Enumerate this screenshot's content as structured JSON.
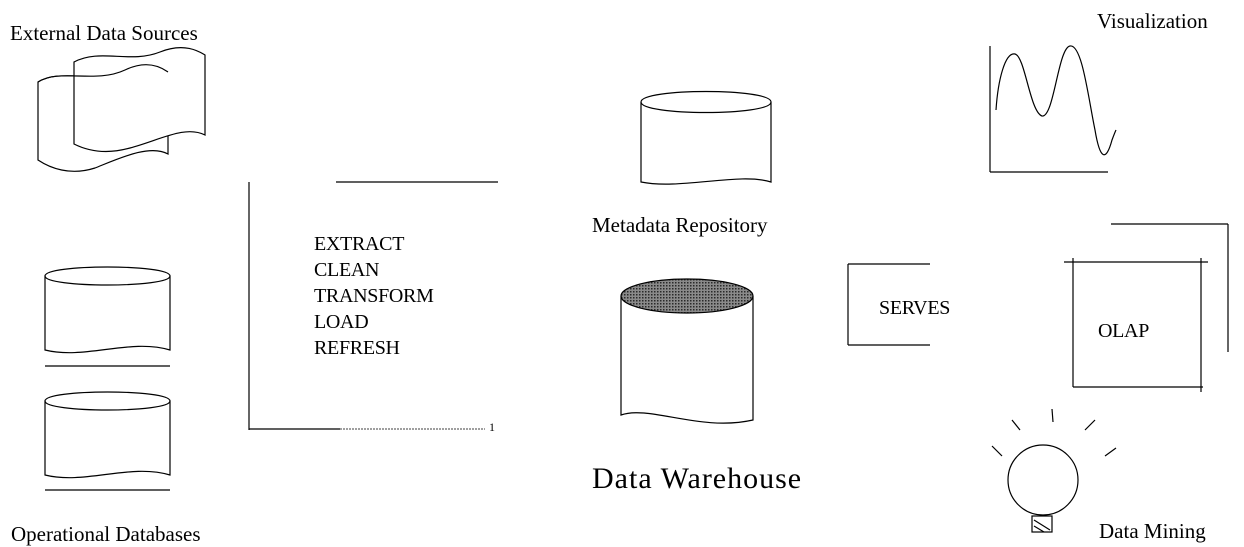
{
  "diagram": {
    "external_sources_label": "External Data Sources",
    "operational_db_label": "Operational Databases",
    "process_steps": [
      "EXTRACT",
      "CLEAN",
      "TRANSFORM",
      "LOAD",
      "REFRESH"
    ],
    "process_end_mark": "1",
    "metadata_label": "Metadata Repository",
    "warehouse_label": "Data Warehouse",
    "serves_label": "SERVES",
    "visualization_label": "Visualization",
    "olap_label": "OLAP",
    "data_mining_label": "Data Mining"
  },
  "colors": {
    "ink": "#000000",
    "warehouse_top_fill": "#707070",
    "background": "#ffffff"
  },
  "icons": [
    "documents-icon",
    "database-icon",
    "database-icon",
    "database-icon",
    "warehouse-icon",
    "line-chart-icon",
    "cube-icon",
    "lightbulb-icon"
  ]
}
